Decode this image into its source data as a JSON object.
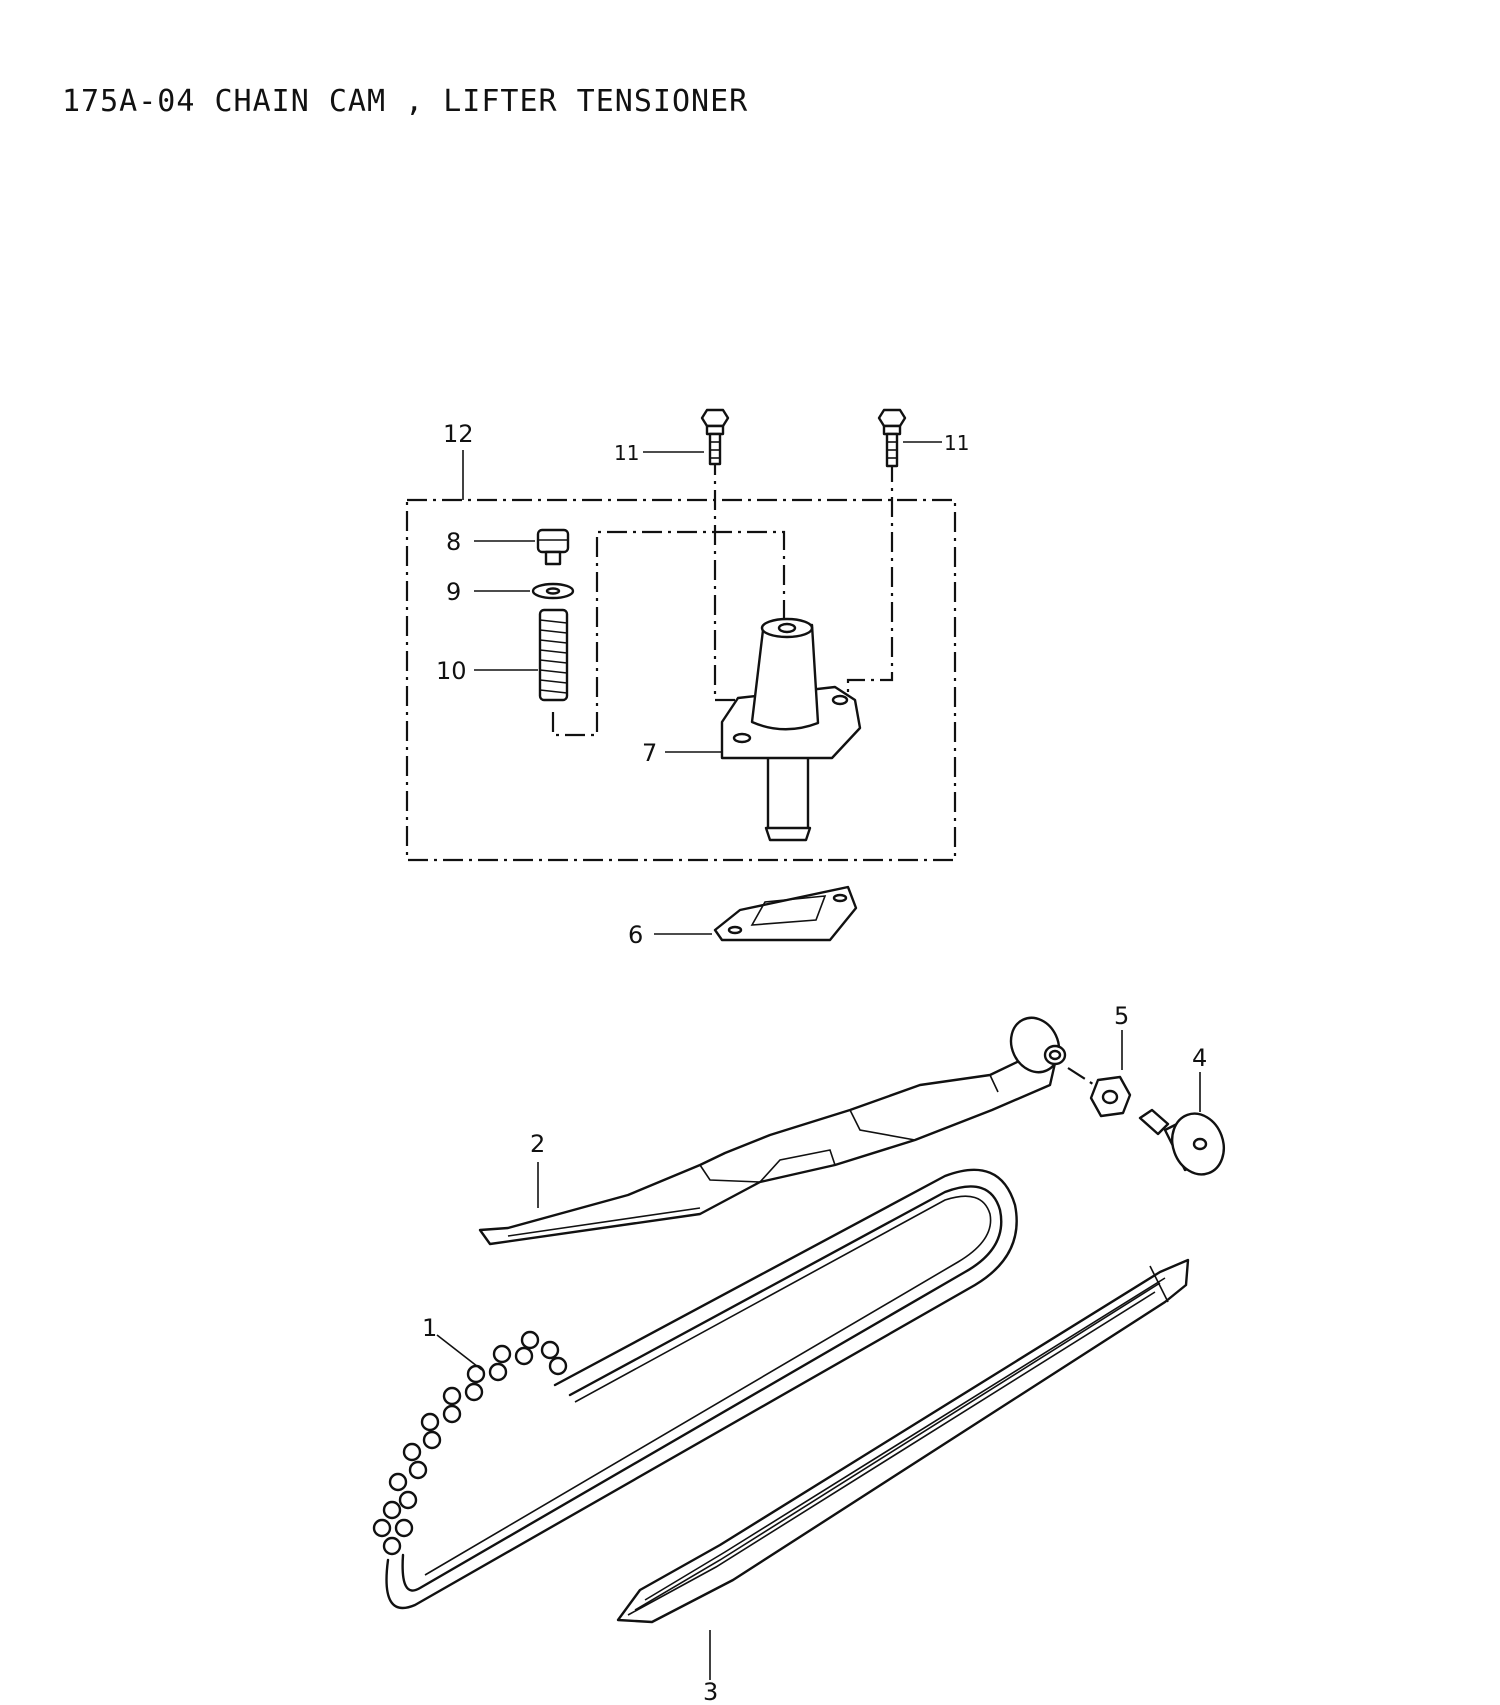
{
  "title": "175A-04 CHAIN CAM , LIFTER TENSIONER",
  "callouts": [
    {
      "id": "1",
      "label": "1",
      "part": "cam-chain"
    },
    {
      "id": "2",
      "label": "2",
      "part": "tensioner-guide"
    },
    {
      "id": "3",
      "label": "3",
      "part": "chain-guide"
    },
    {
      "id": "4",
      "label": "4",
      "part": "pivot-bolt"
    },
    {
      "id": "5",
      "label": "5",
      "part": "washer"
    },
    {
      "id": "6",
      "label": "6",
      "part": "gasket"
    },
    {
      "id": "7",
      "label": "7",
      "part": "lifter-body"
    },
    {
      "id": "8",
      "label": "8",
      "part": "plug-bolt"
    },
    {
      "id": "9",
      "label": "9",
      "part": "sealing-washer"
    },
    {
      "id": "10",
      "label": "10",
      "part": "spring"
    },
    {
      "id": "11a",
      "label": "11",
      "part": "mounting-bolt"
    },
    {
      "id": "11b",
      "label": "11",
      "part": "mounting-bolt"
    },
    {
      "id": "12",
      "label": "12",
      "part": "tensioner-assembly"
    }
  ]
}
